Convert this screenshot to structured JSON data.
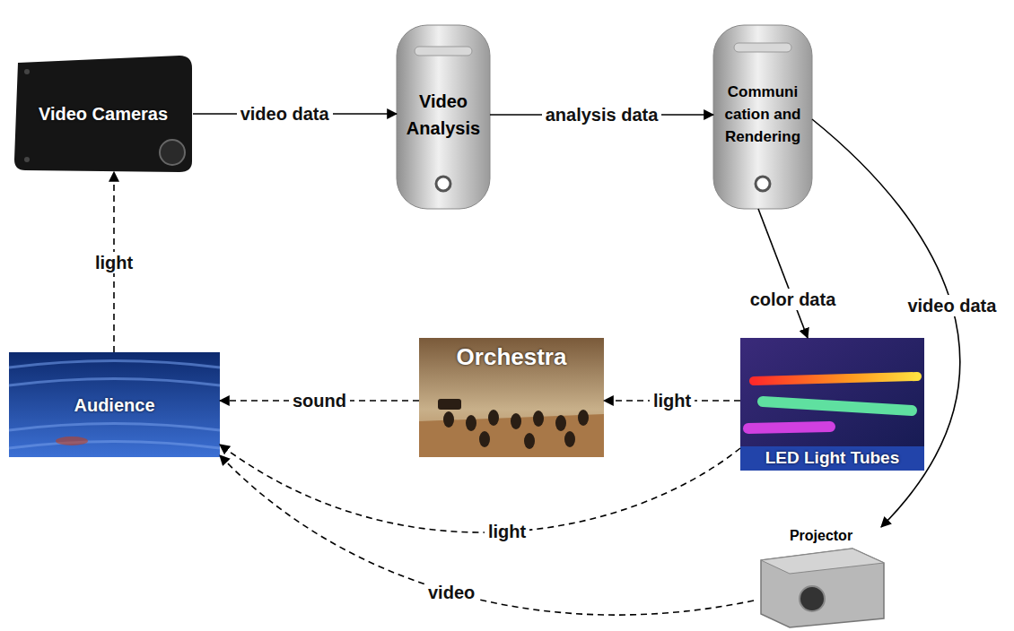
{
  "diagram": {
    "nodes": [
      {
        "text": [
          "Video Cameras"
        ]
      },
      {
        "text": [
          "Video Analysis"
        ]
      },
      {
        "text": [
          "Communi cation and Rendering"
        ]
      },
      {
        "text": [
          "Audience"
        ]
      },
      {
        "text": [
          "Orchestra"
        ]
      },
      {
        "text": [
          "LED Light Tubes"
        ]
      },
      {
        "text": [
          "Projector"
        ]
      }
    ],
    "edges": [
      {
        "from": 0,
        "to": 1,
        "label": "video data",
        "arrow": "to"
      },
      {
        "from": 1,
        "to": 2,
        "label": "analysis data",
        "arrow": "to"
      },
      {
        "from": 2,
        "to": 5,
        "label": "color data",
        "arrow": "to"
      },
      {
        "from": 2,
        "to": 6,
        "label": "video data",
        "arrow": "to"
      },
      {
        "from": 3,
        "to": 0,
        "label": "light",
        "arrow": "to"
      },
      {
        "from": 4,
        "to": 3,
        "label": "sound",
        "arrow": "to"
      },
      {
        "from": 5,
        "to": 4,
        "label": "light",
        "arrow": "to"
      },
      {
        "from": 5,
        "to": 3,
        "label": "light",
        "arrow": "to"
      },
      {
        "from": 6,
        "to": 3,
        "label": "video",
        "arrow": "to"
      }
    ]
  }
}
